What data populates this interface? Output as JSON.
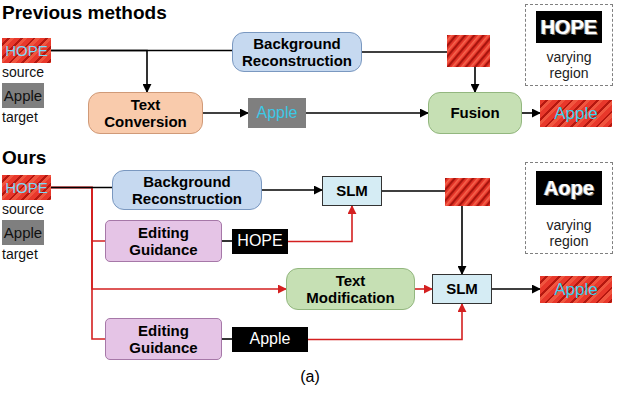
{
  "diagram": {
    "caption": "(a)",
    "nodes": [
      {
        "text": [
          "HOPE",
          "source"
        ]
      },
      {
        "text": [
          "Apple",
          "target"
        ]
      },
      {
        "text": [
          "Background Reconstruction"
        ]
      },
      {
        "text": [
          "varying region"
        ]
      },
      {
        "text": [
          "HOPE"
        ],
        "in": 3
      },
      {
        "text": [
          "Text Conversion"
        ]
      },
      {
        "text": [
          "Apple"
        ]
      },
      {
        "text": [
          "Fusion"
        ]
      },
      {
        "text": [
          "Apple"
        ]
      },
      {
        "text": [
          "HOPE",
          "source"
        ]
      },
      {
        "text": [
          "Apple",
          "target"
        ]
      },
      {
        "text": [
          "Background Reconstruction"
        ]
      },
      {
        "text": [
          "SLM"
        ]
      },
      {
        "text": [
          "varying region"
        ]
      },
      {
        "text": [
          "Aope"
        ],
        "in": 13
      },
      {
        "text": [
          "Editing Guidance"
        ]
      },
      {
        "text": [
          "HOPE"
        ]
      },
      {
        "text": [
          "Text Modification"
        ]
      },
      {
        "text": [
          "SLM"
        ]
      },
      {
        "text": [
          "Apple"
        ]
      },
      {
        "text": [
          "Editing Guidance"
        ]
      },
      {
        "text": [
          "Apple"
        ]
      }
    ],
    "edges": [
      {
        "from": 0,
        "to": 2,
        "arrow": "none"
      },
      {
        "from": 0,
        "to": 5,
        "arrow": "to"
      },
      {
        "from": 2,
        "to": 7,
        "arrow": "to"
      },
      {
        "from": 5,
        "to": 6,
        "arrow": "to"
      },
      {
        "from": 6,
        "to": 7,
        "arrow": "to"
      },
      {
        "from": 7,
        "to": 8,
        "arrow": "to"
      },
      {
        "from": 9,
        "to": 11,
        "arrow": "none"
      },
      {
        "from": 11,
        "to": 12,
        "arrow": "to"
      },
      {
        "from": 12,
        "to": 18,
        "arrow": "to"
      },
      {
        "from": 9,
        "to": 15,
        "arrow": "none"
      },
      {
        "from": 15,
        "to": 16,
        "arrow": "none"
      },
      {
        "from": 16,
        "to": 12,
        "arrow": "to"
      },
      {
        "from": 9,
        "to": 17,
        "arrow": "to"
      },
      {
        "from": 17,
        "to": 18,
        "arrow": "to"
      },
      {
        "from": 9,
        "to": 20,
        "arrow": "none"
      },
      {
        "from": 20,
        "to": 21,
        "arrow": "none"
      },
      {
        "from": 21,
        "to": 18,
        "arrow": "to"
      },
      {
        "from": 18,
        "to": 19,
        "arrow": "to"
      }
    ],
    "labels": [
      "Previous methods",
      "Ours"
    ]
  }
}
